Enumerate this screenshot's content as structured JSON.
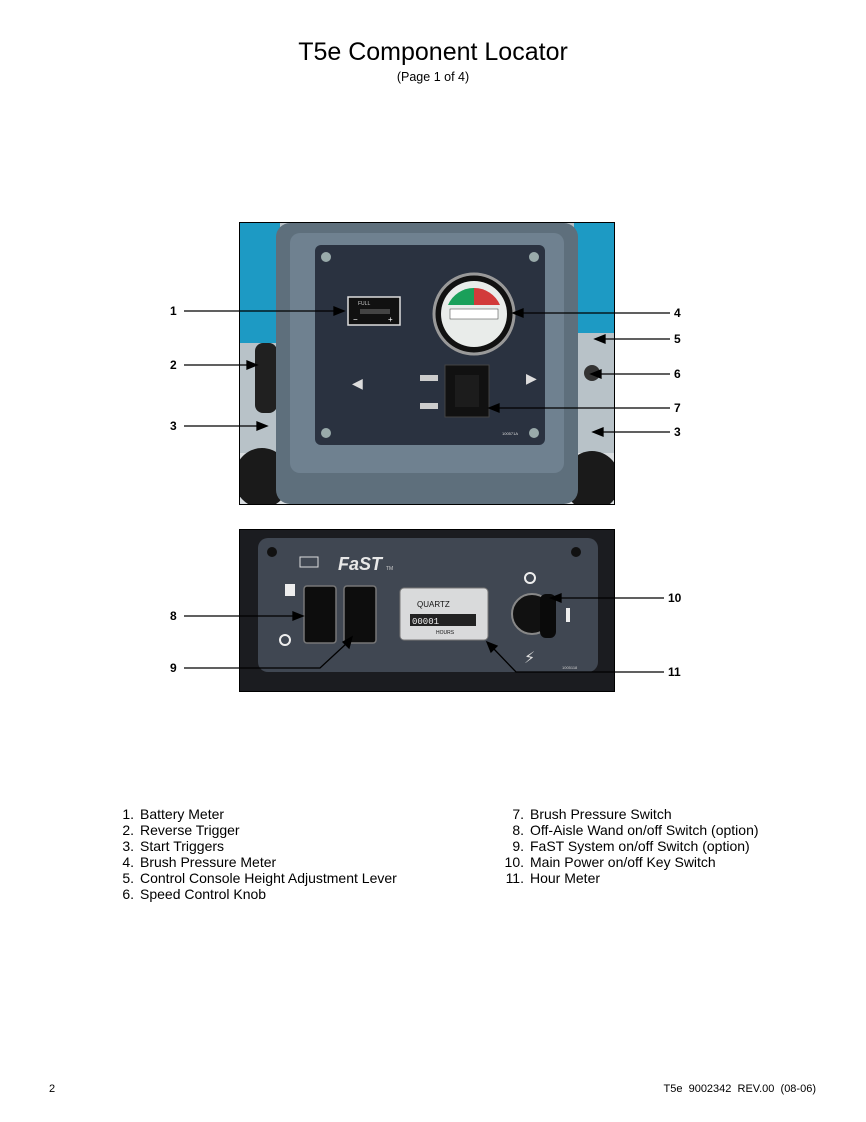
{
  "header": {
    "title": "T5e Component Locator",
    "subtitle": "(Page 1 of 4)"
  },
  "photo1": {
    "battery_label": "FULL",
    "part_code": "100571A"
  },
  "photo2": {
    "brand": "FaST",
    "tm": "TM",
    "hour_meter_brand": "QUARTZ",
    "hour_meter_unit": "HOURS",
    "hour_meter_digits": "00001",
    "part_code": "1005118"
  },
  "callouts": [
    "1",
    "2",
    "3",
    "3",
    "4",
    "5",
    "6",
    "7",
    "8",
    "9",
    "10",
    "11"
  ],
  "legend": {
    "left": [
      {
        "num": "1.",
        "text": "Battery Meter"
      },
      {
        "num": "2.",
        "text": "Reverse Trigger"
      },
      {
        "num": "3.",
        "text": "Start Triggers"
      },
      {
        "num": "4.",
        "text": "Brush Pressure Meter"
      },
      {
        "num": "5.",
        "text": "Control Console Height Adjustment Lever"
      },
      {
        "num": "6.",
        "text": "Speed Control Knob"
      }
    ],
    "right": [
      {
        "num": "7.",
        "text": "Brush Pressure Switch"
      },
      {
        "num": "8.",
        "text": "Off-Aisle Wand on/off Switch (option)"
      },
      {
        "num": "9.",
        "text": "FaST System on/off Switch (option)"
      },
      {
        "num": "10.",
        "text": "Main Power on/off Key Switch"
      },
      {
        "num": "11.",
        "text": "Hour Meter"
      }
    ]
  },
  "footer": {
    "page_number": "2",
    "doc_id": "T5e  9002342  REV.00  (08-06)"
  }
}
